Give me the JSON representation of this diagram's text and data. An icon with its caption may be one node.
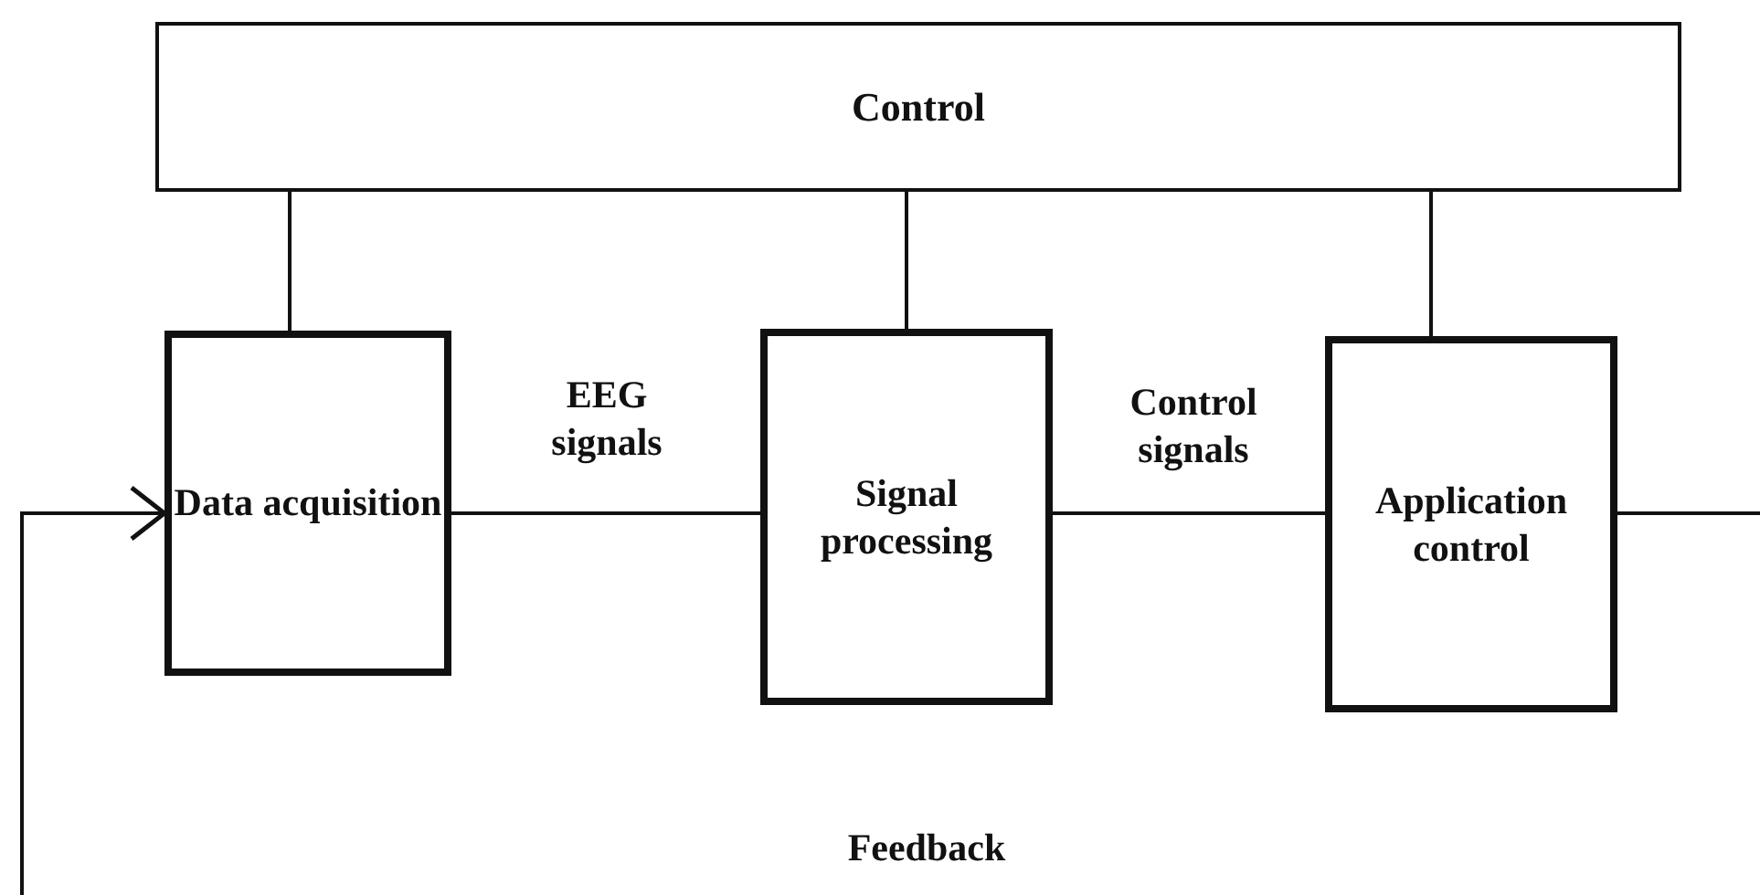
{
  "diagram": {
    "nodes": [
      {
        "text": [
          "Control"
        ]
      },
      {
        "text": [
          "Data acquisition"
        ]
      },
      {
        "text": [
          "Signal processing"
        ]
      },
      {
        "text": [
          "Application control"
        ]
      }
    ],
    "edges": [
      {
        "from": 0,
        "to": 1,
        "arrow": "none"
      },
      {
        "from": 0,
        "to": 2,
        "arrow": "none"
      },
      {
        "from": 0,
        "to": 3,
        "arrow": "none"
      },
      {
        "from": 1,
        "to": 2,
        "arrow": "none",
        "label": "EEG signals"
      },
      {
        "from": 2,
        "to": 3,
        "arrow": "none",
        "label": "Control signals"
      },
      {
        "from": 3,
        "to": null,
        "arrow": "none"
      },
      {
        "from": null,
        "to": 1,
        "arrow": "to"
      }
    ],
    "labels": [
      "Feedback"
    ]
  }
}
